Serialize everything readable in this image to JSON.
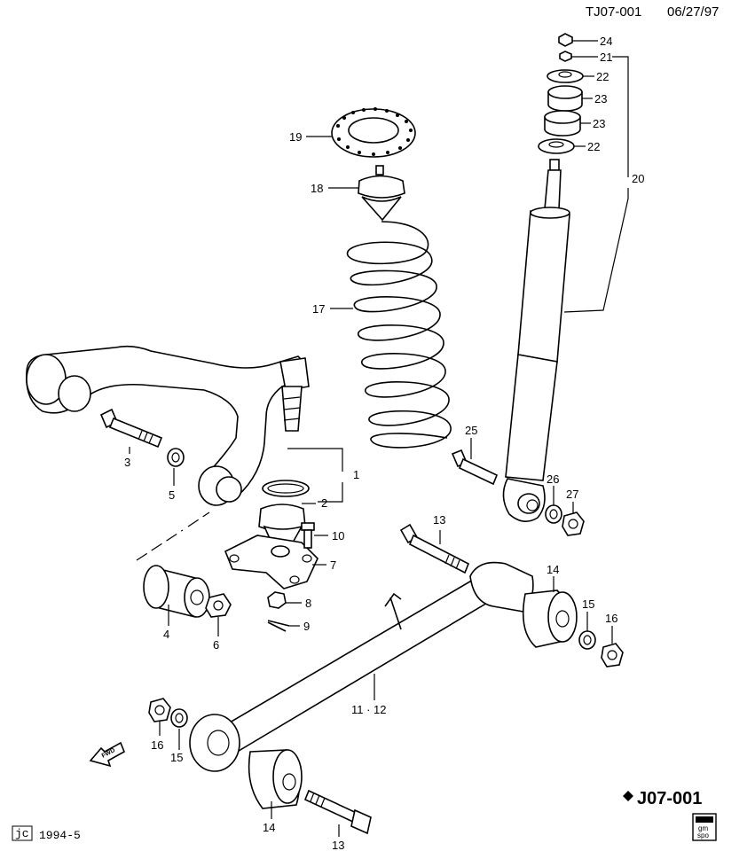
{
  "header": {
    "drawing_id": "TJ07-001",
    "date": "06/27/97"
  },
  "footer": {
    "stamp": "jc",
    "year": "1994-5",
    "badge_line1": "gm",
    "badge_line2": "spo"
  },
  "diagram_code": "J07-001",
  "fwd_label": "FWD",
  "callouts": {
    "c1": "1",
    "c2": "2",
    "c3": "3",
    "c4": "4",
    "c5": "5",
    "c6": "6",
    "c7": "7",
    "c8": "8",
    "c9": "9",
    "c10": "10",
    "c11_12": "11 · 12",
    "c13a": "13",
    "c13b": "13",
    "c14a": "14",
    "c14b": "14",
    "c15a": "15",
    "c15b": "15",
    "c16a": "16",
    "c16b": "16",
    "c17": "17",
    "c18": "18",
    "c19": "19",
    "c20": "20",
    "c21": "21",
    "c22a": "22",
    "c22b": "22",
    "c23a": "23",
    "c23b": "23",
    "c24": "24",
    "c25": "25",
    "c26": "26",
    "c27": "27"
  },
  "colors": {
    "line": "#000000",
    "background": "#ffffff",
    "part_fill": "#ffffff"
  }
}
